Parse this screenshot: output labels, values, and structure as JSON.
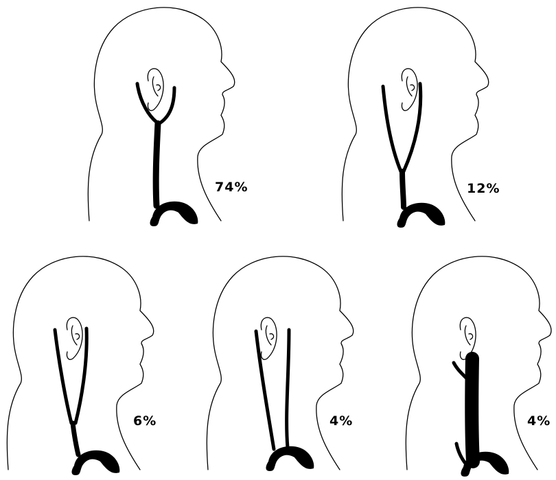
{
  "variants": [
    {
      "id": "single-trunk-high-split",
      "percent": "74%"
    },
    {
      "id": "trunk-mid-split",
      "percent": "12%"
    },
    {
      "id": "trunk-low-split",
      "percent": "6%"
    },
    {
      "id": "two-separate-vessels",
      "percent": "4%"
    },
    {
      "id": "thick-single-vessel",
      "percent": "4%"
    }
  ]
}
